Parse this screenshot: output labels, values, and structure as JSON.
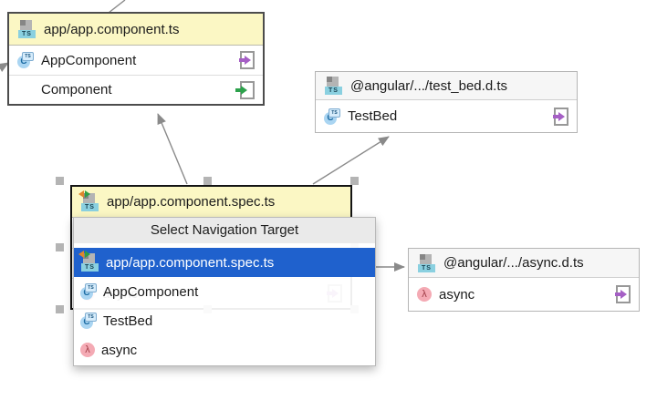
{
  "icons": {
    "ts_badge": "TS",
    "class_letter": "C",
    "lambda": "λ"
  },
  "nodes": {
    "component": {
      "title": "app/app.component.ts",
      "rows": [
        {
          "label": "AppComponent"
        },
        {
          "label": "Component"
        }
      ]
    },
    "test_bed": {
      "title": "@angular/.../test_bed.d.ts",
      "rows": [
        {
          "label": "TestBed"
        }
      ]
    },
    "spec": {
      "title": "app/app.component.spec.ts",
      "rows": [
        {
          "label": "AppComponent"
        },
        {
          "label": "TestBed"
        },
        {
          "label": "async"
        }
      ]
    },
    "async_def": {
      "title": "@angular/.../async.d.ts",
      "rows": [
        {
          "label": "async"
        }
      ]
    }
  },
  "popup": {
    "title": "Select Navigation Target",
    "items": [
      {
        "label": "app/app.component.spec.ts",
        "selected": true
      },
      {
        "label": "AppComponent",
        "selected": false
      },
      {
        "label": "TestBed",
        "selected": false
      },
      {
        "label": "async",
        "selected": false
      }
    ]
  },
  "colors": {
    "node_header_yellow": "#fbf7c4",
    "node_header_gray": "#f6f6f6",
    "selection_blue": "#1f61cd",
    "edge_gray": "#8a8a8a",
    "export_purple": "#a55fc5",
    "import_green": "#2da14c"
  }
}
